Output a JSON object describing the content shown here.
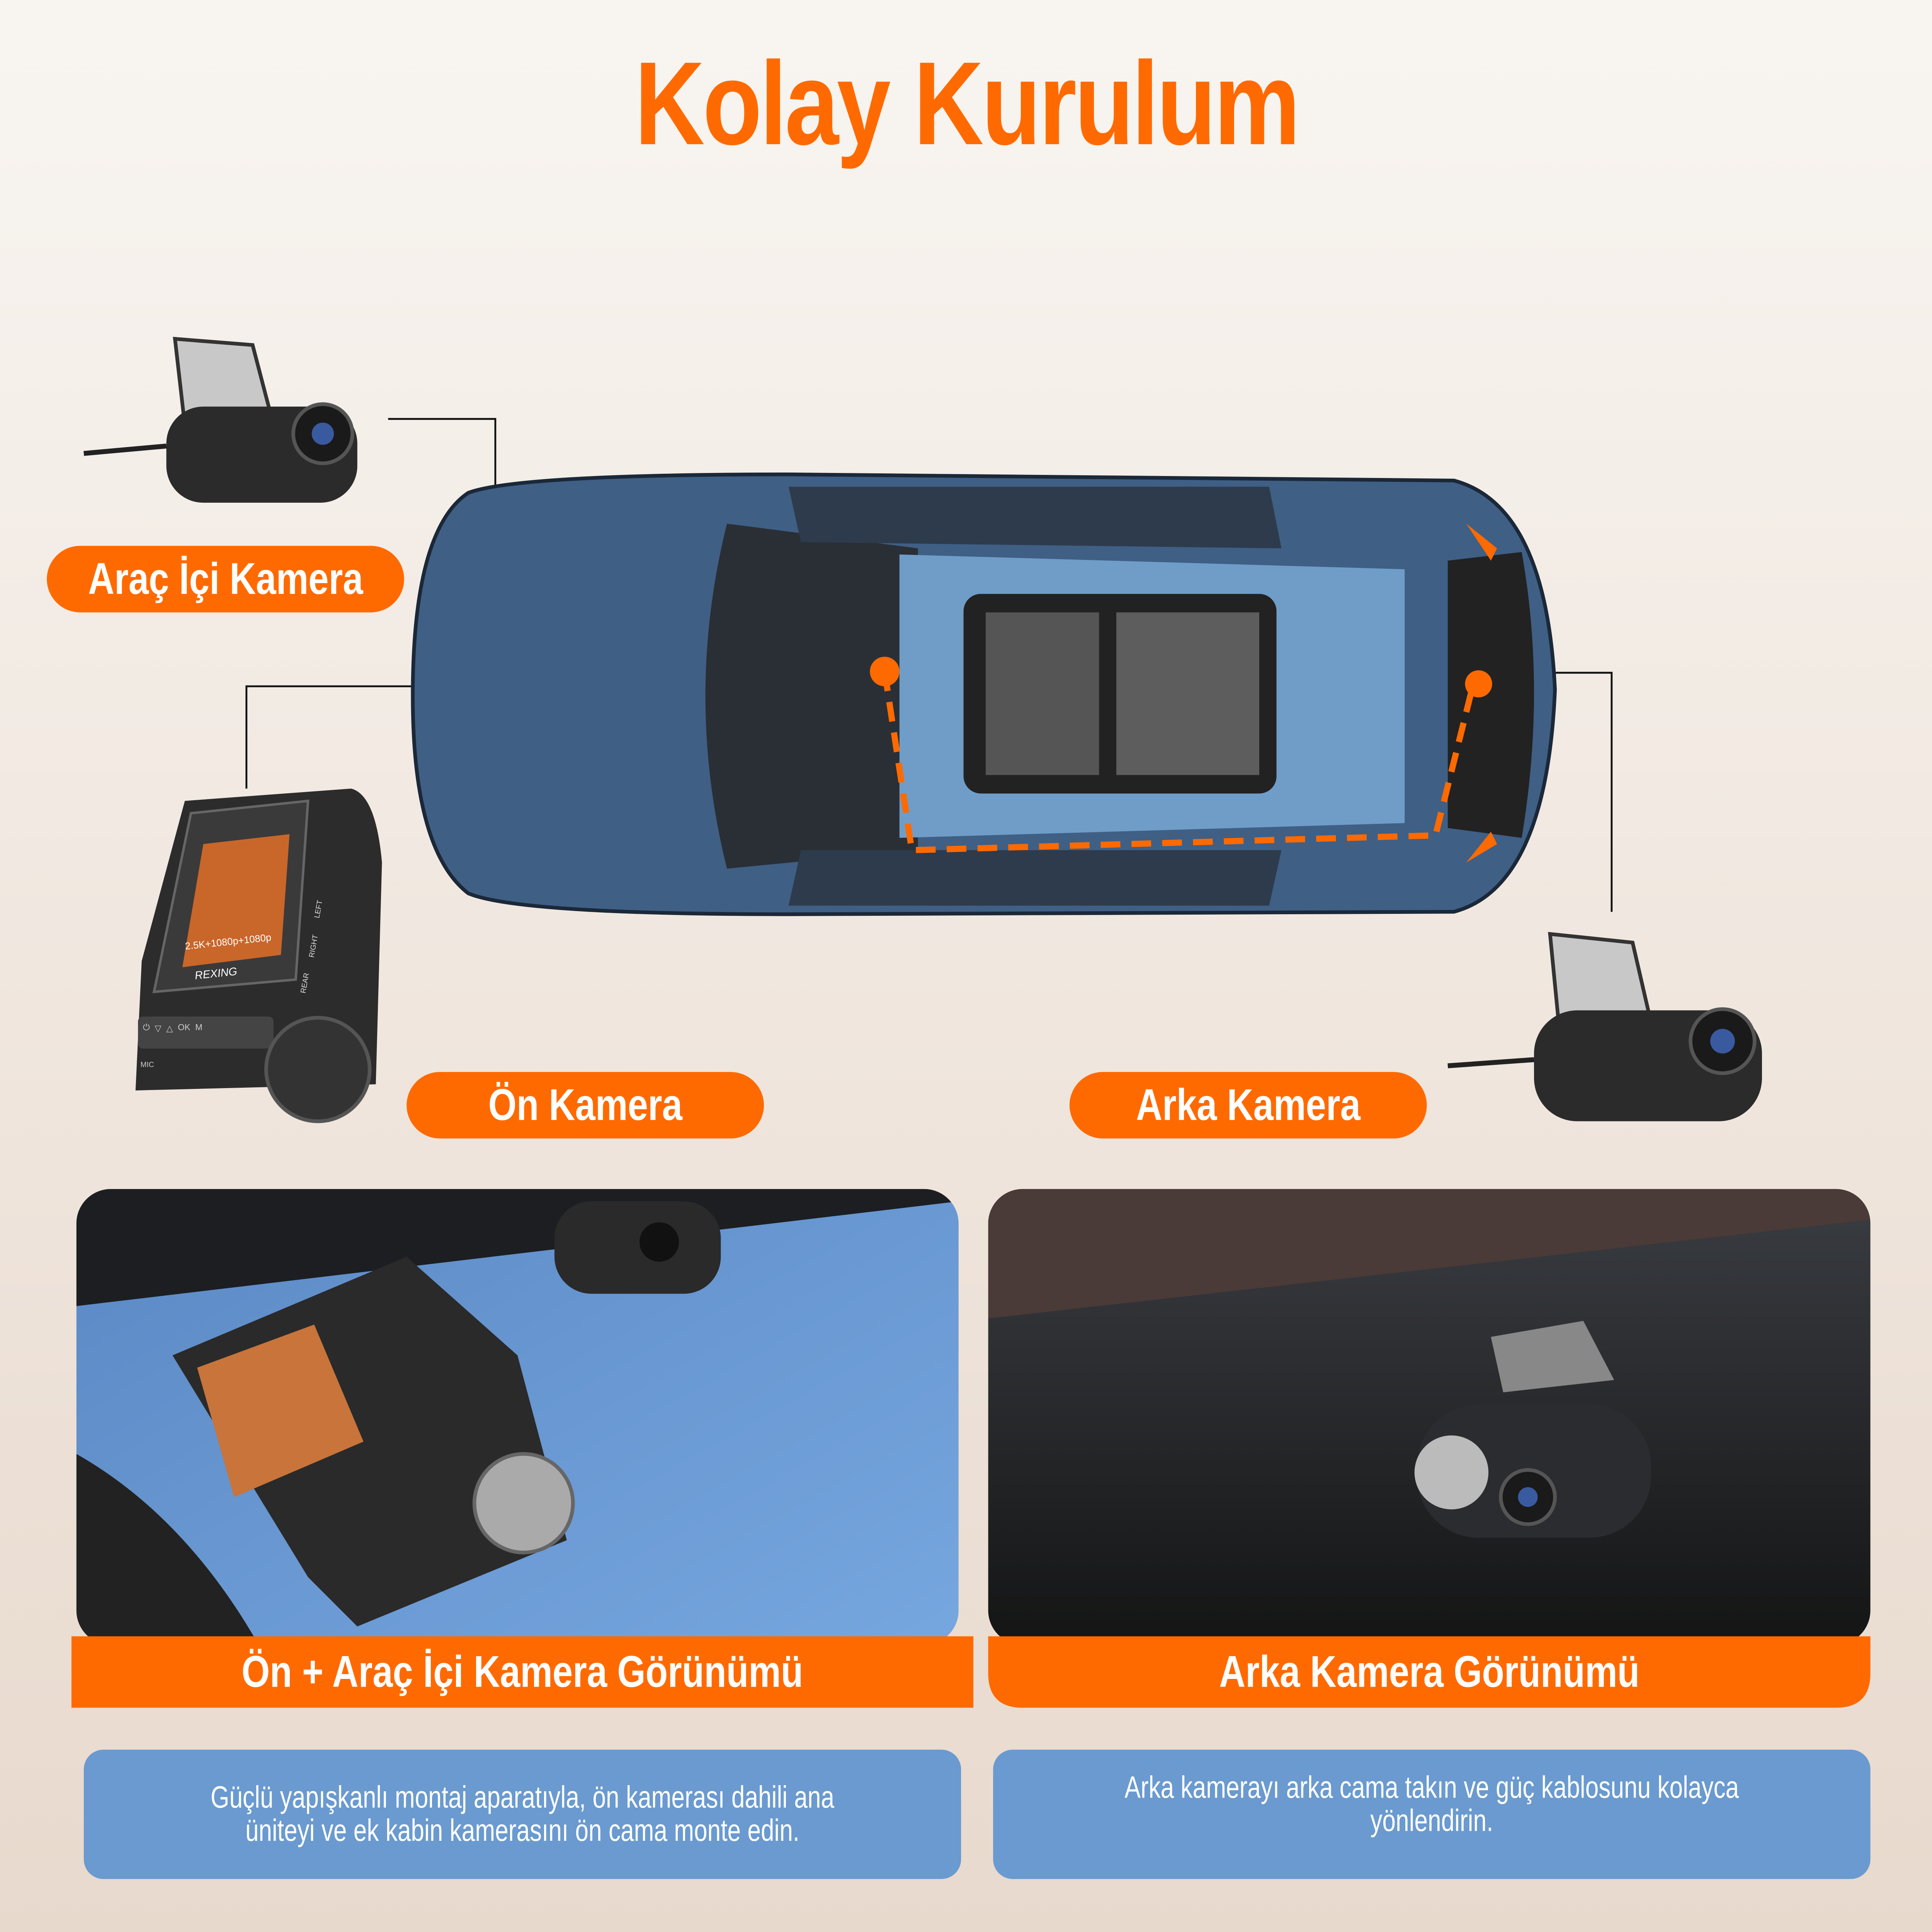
{
  "title": "Kolay Kurulum",
  "labels": {
    "interior": "Araç İçi Kamera",
    "front": "Ön Kamera",
    "rear": "Arka Kamera"
  },
  "device": {
    "brand": "REXING",
    "resolution": "2.5K+1080p+1080p",
    "ports": [
      "LEFT",
      "RIGHT",
      "REAR"
    ],
    "buttons": [
      "⏻",
      "▽",
      "△",
      "OK",
      "M"
    ],
    "mic": "MIC"
  },
  "panels": [
    {
      "banner": "Ön + Araç İçi Kamera Görünümü",
      "description": "Güçlü yapışkanlı montaj aparatıyla, ön kamerası dahili ana üniteyi ve ek kabin kamerasını ön cama monte edin."
    },
    {
      "banner": "Arka Kamera Görünümü",
      "description": "Arka kamerayı arka cama takın ve güç kablosunu kolayca yönlendirin."
    }
  ],
  "colors": {
    "accent": "#ff6a00",
    "info_box": "#6a9acf",
    "car_body": "#3f5f85",
    "car_roof": "#6f9dc8"
  }
}
